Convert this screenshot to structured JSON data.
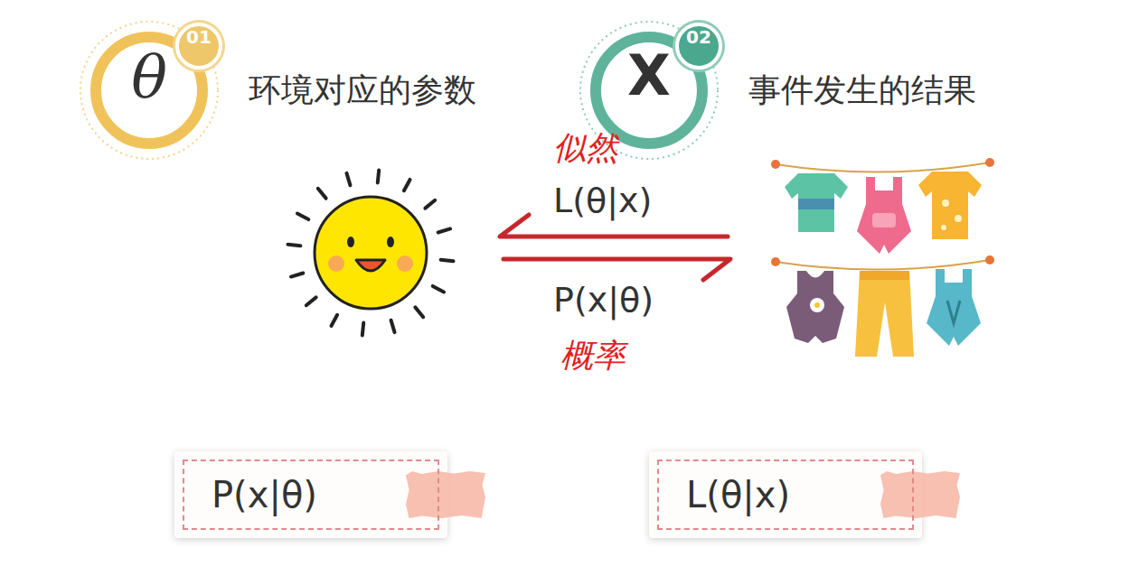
{
  "diagram": {
    "nodes": [
      {
        "text": [
          "θ",
          "环境对应的参数"
        ]
      },
      {
        "text": [
          "01"
        ],
        "in": 0
      },
      {
        "text": [
          "X",
          "事件发生的结果"
        ]
      },
      {
        "text": [
          "02"
        ],
        "in": 2
      },
      {
        "text": [
          "P(x|θ)"
        ]
      },
      {
        "text": [
          "L(θ|x)"
        ]
      }
    ],
    "labels": [
      "似然",
      "L(θ|x)",
      "P(x|θ)",
      "概率"
    ]
  }
}
